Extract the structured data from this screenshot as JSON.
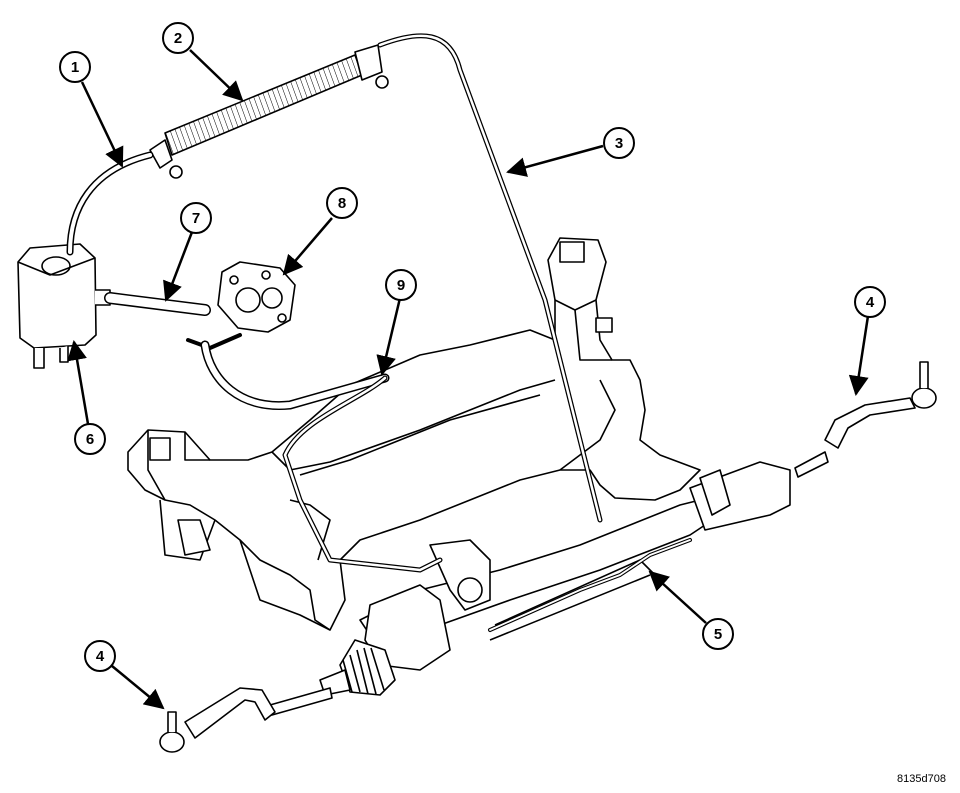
{
  "callouts": [
    {
      "id": "c1",
      "label": "1"
    },
    {
      "id": "c2",
      "label": "2"
    },
    {
      "id": "c3",
      "label": "3"
    },
    {
      "id": "c4a",
      "label": "4"
    },
    {
      "id": "c4b",
      "label": "4"
    },
    {
      "id": "c5",
      "label": "5"
    },
    {
      "id": "c6",
      "label": "6"
    },
    {
      "id": "c7",
      "label": "7"
    },
    {
      "id": "c8",
      "label": "8"
    },
    {
      "id": "c9",
      "label": "9"
    }
  ],
  "figure_id": "8135d708",
  "colors": {
    "line": "#000000",
    "fill": "#ffffff",
    "shade": "#d9d9d9"
  }
}
